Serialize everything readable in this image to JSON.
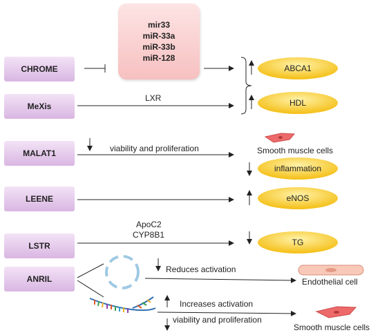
{
  "lncrnas": [
    "CHROME",
    "MeXis",
    "MALAT1",
    "LEENE",
    "LSTR",
    "ANRIL"
  ],
  "mirnas": [
    "mir33",
    "miR-33a",
    "miR-33b",
    "miR-128"
  ],
  "targets": {
    "abca1": "ABCA1",
    "hdl": "HDL",
    "inflammation": "inflammation",
    "enos": "eNOS",
    "tg": "TG"
  },
  "edge_labels": {
    "lxr": "LXR",
    "viability1": "viability and proliferation",
    "apoc2": "ApoC2",
    "cyp8b1": "CYP8B1",
    "reduces": "Reduces activation",
    "increases": "Increases activation",
    "viability2": "viability and proliferation"
  },
  "cells": {
    "smc1": "Smooth muscle cells",
    "endothelial": "Endothelial cell",
    "smc2": "Smooth muscle cells"
  },
  "colors": {
    "lnc_box": "#e6cdec",
    "mir_box": "#fbd2d2",
    "target_ellipse": "#fbd24a",
    "cell_red": "#ee6a6a"
  }
}
